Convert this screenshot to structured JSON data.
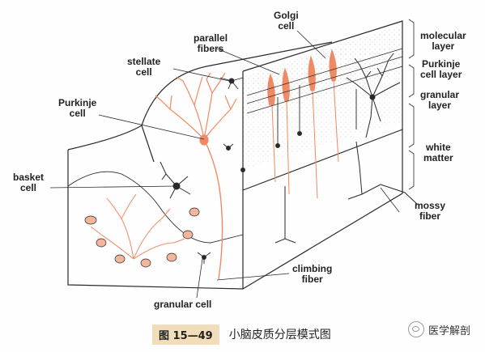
{
  "labels": {
    "golgi_cell": [
      "Golgi",
      "cell"
    ],
    "parallel_fibers": [
      "parallel",
      "fibers"
    ],
    "stellate_cell": [
      "stellate",
      "cell"
    ],
    "purkinje_cell": [
      "Purkinje",
      "cell"
    ],
    "basket_cell": [
      "basket",
      "cell"
    ],
    "molecular_layer": [
      "molecular",
      "layer"
    ],
    "purkinje_cell_layer": [
      "Purkinje",
      "cell layer"
    ],
    "granular_layer": [
      "granular",
      "layer"
    ],
    "white_matter": [
      "white",
      "matter"
    ],
    "mossy_fiber": [
      "mossy",
      "fiber"
    ],
    "climbing_fiber": [
      "climbing",
      "fiber"
    ],
    "granular_cell": [
      "granular cell"
    ]
  },
  "caption": {
    "figure_number": "图 15—49",
    "title": "小脑皮质分层模式图"
  },
  "watermark": {
    "text": "医学解剖"
  },
  "colors": {
    "purkinje": "#ef8a64",
    "ink": "#2a2a2a",
    "caption_bg": "#f1ddb9"
  }
}
